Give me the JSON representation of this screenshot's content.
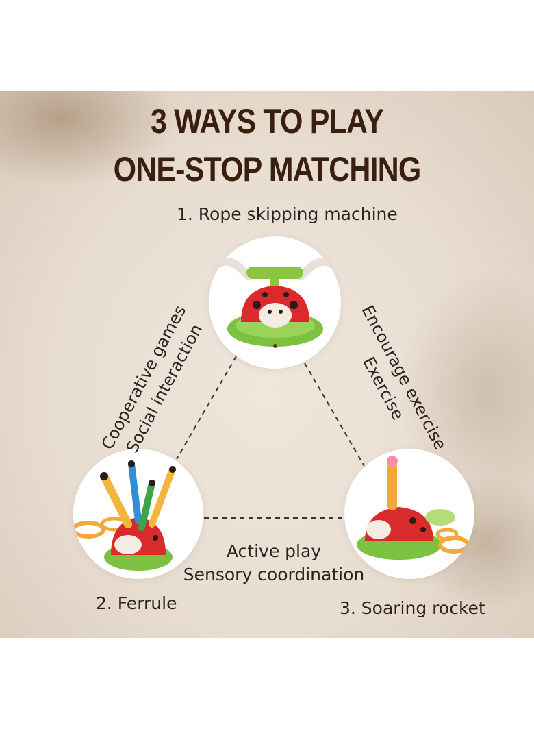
{
  "title": {
    "line1": "3 WAYS TO PLAY",
    "line2": "ONE-STOP MATCHING"
  },
  "modes": [
    {
      "label": "1. Rope skipping machine"
    },
    {
      "label": "2. Ferrule"
    },
    {
      "label": "3. Soaring rocket"
    }
  ],
  "benefits": {
    "left": [
      "Cooperative games",
      "Social interaction"
    ],
    "right": [
      "Encourage exercise",
      "Exercise"
    ],
    "bottom": [
      "Active play",
      "Sensory coordination"
    ]
  },
  "colors": {
    "title": "#3a1f0e",
    "ladybug_red": "#d92b2b",
    "base_green": "#7cc142",
    "background": "#ebe1d6"
  }
}
